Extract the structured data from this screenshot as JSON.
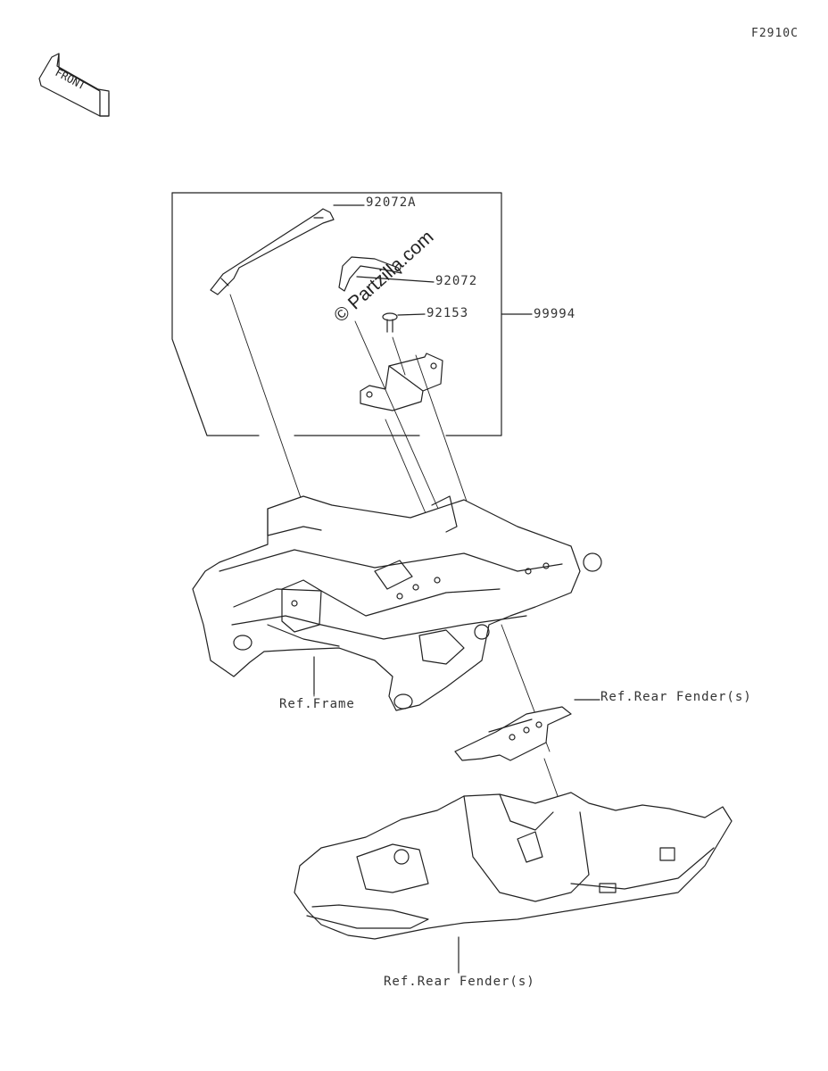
{
  "figure_code": "F2910C",
  "front_arrow": {
    "label": "FRONT"
  },
  "watermark": "© Partzilla.com",
  "callouts": {
    "p92072a": "92072A",
    "p92072": "92072",
    "p92153": "92153",
    "p99994": "99994",
    "ref_frame": "Ref.Frame",
    "ref_rear_fender_upper": "Ref.Rear Fender(s)",
    "ref_rear_fender_lower": "Ref.Rear Fender(s)"
  }
}
